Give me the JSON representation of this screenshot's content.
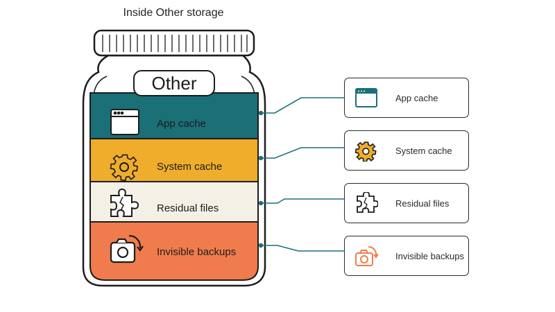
{
  "title": "Inside Other storage",
  "jar_label": "Other",
  "colors": {
    "app_cache": "#1b6f77",
    "system_cache": "#f0ad2b",
    "residual_files": "#f5f0e6",
    "invisible_backups": "#f07c4d",
    "connector": "#1b6f77",
    "outline": "#1c1c1c"
  },
  "layers": [
    {
      "label": "App cache",
      "icon": "browser-window-icon"
    },
    {
      "label": "System cache",
      "icon": "gear-icon"
    },
    {
      "label": "Residual files",
      "icon": "puzzle-piece-icon"
    },
    {
      "label": "Invisible backups",
      "icon": "camera-backup-icon"
    }
  ],
  "legend": [
    {
      "label": "App cache",
      "icon": "browser-window-icon"
    },
    {
      "label": "System cache",
      "icon": "gear-icon"
    },
    {
      "label": "Residual files",
      "icon": "puzzle-piece-icon"
    },
    {
      "label": "Invisible backups",
      "icon": "camera-backup-icon"
    }
  ]
}
